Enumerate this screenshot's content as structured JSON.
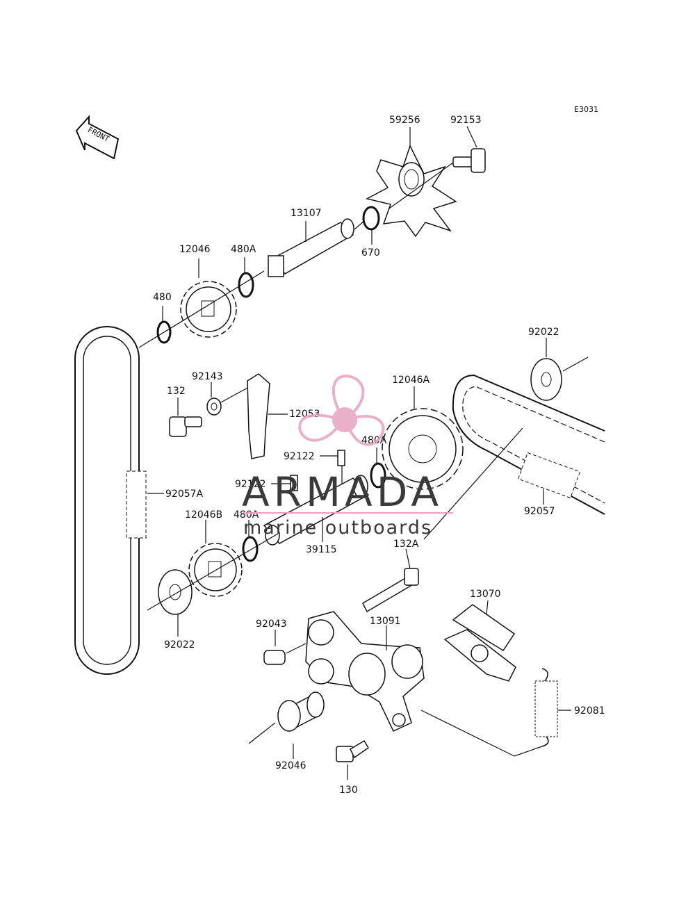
{
  "diagram_code": "E3031",
  "front_label": "FRONT",
  "watermark": {
    "brand": "ARMADA",
    "tagline": "marine outboards",
    "color": "#e6a3c0"
  },
  "part_labels": {
    "p59256": "59256",
    "p92153": "92153",
    "p13107": "13107",
    "p670": "670",
    "p12046": "12046",
    "p480A_top": "480A",
    "p480": "480",
    "p92022_right": "92022",
    "p92143": "92143",
    "p132": "132",
    "p12053": "12053",
    "p12046A": "12046A",
    "p480A_mid": "480A",
    "p92122_a": "92122",
    "p92122_b": "92122",
    "p92057A": "92057A",
    "p12046B": "12046B",
    "p480A_low": "480A",
    "p39115": "39115",
    "p92057": "92057",
    "p132A": "132A",
    "p92022_left": "92022",
    "p92043": "92043",
    "p13091": "13091",
    "p13070": "13070",
    "p92081": "92081",
    "p92046": "92046",
    "p130": "130"
  }
}
